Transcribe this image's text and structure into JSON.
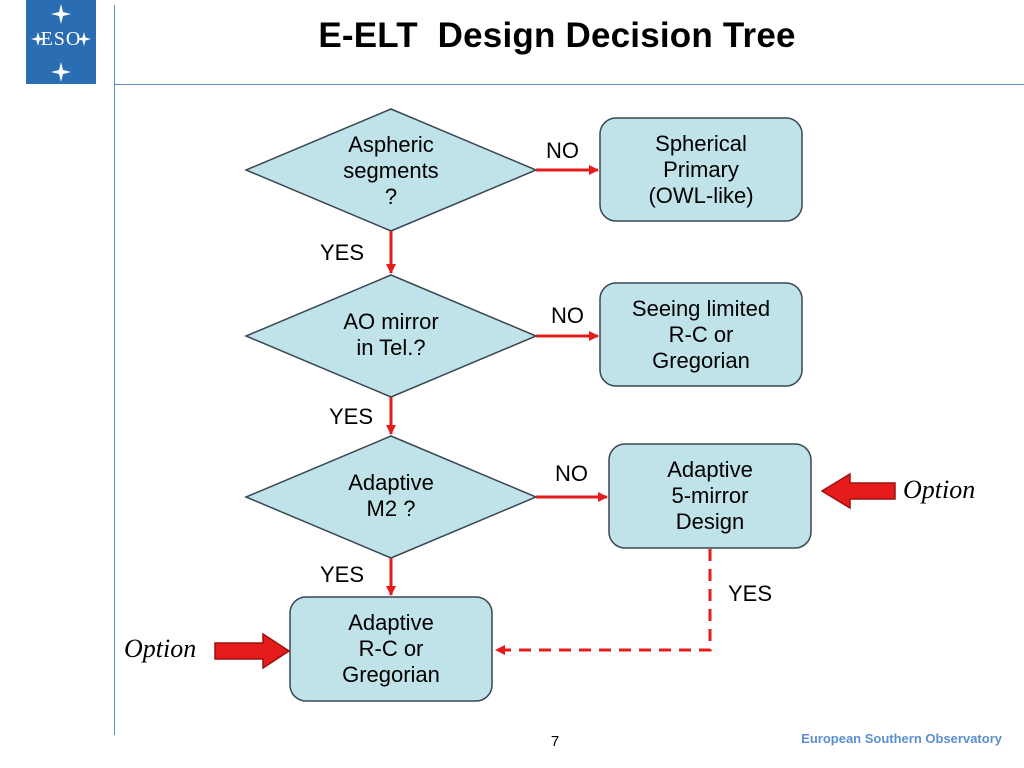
{
  "title": "E-ELT  Design Decision Tree",
  "logo": {
    "letters": "ESO",
    "icon": "eso-logo"
  },
  "colors": {
    "node_fill": "#bfe3e9",
    "node_stroke": "#3a4752",
    "arrow": "#e61b1b",
    "accent": "#5b8fd0",
    "logo_bg": "#2b6db3"
  },
  "decisions": [
    {
      "lines": [
        "Aspheric",
        "segments",
        "?"
      ]
    },
    {
      "lines": [
        "AO mirror",
        "in Tel.?"
      ]
    },
    {
      "lines": [
        "Adaptive",
        "M2 ?"
      ]
    }
  ],
  "outcomes": [
    {
      "lines": [
        "Spherical",
        "Primary",
        "(OWL-like)"
      ]
    },
    {
      "lines": [
        "Seeing limited",
        "R-C or",
        "Gregorian"
      ]
    },
    {
      "lines": [
        "Adaptive",
        "5-mirror",
        "Design"
      ]
    },
    {
      "lines": [
        "Adaptive",
        "R-C or",
        "Gregorian"
      ]
    }
  ],
  "edge_labels": {
    "no_1": "NO",
    "no_2": "NO",
    "no_3": "NO",
    "yes_1": "YES",
    "yes_2": "YES",
    "yes_3": "YES",
    "yes_dashed": "YES"
  },
  "options": {
    "right": "Option",
    "left": "Option"
  },
  "page_number": "7",
  "footer": "European Southern Observatory"
}
